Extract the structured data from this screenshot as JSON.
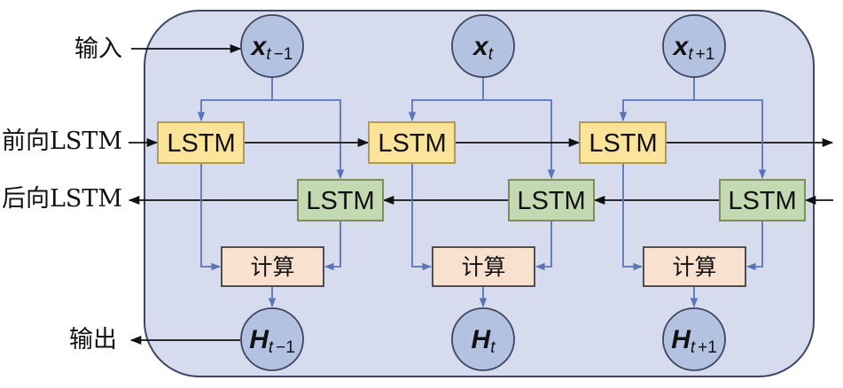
{
  "labels": {
    "input": "输入",
    "forward": "前向LSTM",
    "backward": "后向LSTM",
    "output": "输出"
  },
  "steps": [
    {
      "input_var": "x",
      "input_sub_t": "t",
      "input_sub_off": "−1",
      "forward_label": "LSTM",
      "backward_label": "LSTM",
      "calc_label": "计算",
      "output_var": "H",
      "output_sub_t": "t",
      "output_sub_off": "−1"
    },
    {
      "input_var": "x",
      "input_sub_t": "t",
      "input_sub_off": "",
      "forward_label": "LSTM",
      "backward_label": "LSTM",
      "calc_label": "计算",
      "output_var": "H",
      "output_sub_t": "t",
      "output_sub_off": ""
    },
    {
      "input_var": "x",
      "input_sub_t": "t",
      "input_sub_off": "+1",
      "forward_label": "LSTM",
      "backward_label": "LSTM",
      "calc_label": "计算",
      "output_var": "H",
      "output_sub_t": "t",
      "output_sub_off": "+1"
    }
  ],
  "colors": {
    "container_fill": "#d6dced",
    "container_stroke": "#3f4460",
    "node_fill": "#b3c2e0",
    "node_stroke": "#3f4460",
    "forward_fill": "#fbe39a",
    "forward_stroke": "#b39a4e",
    "backward_fill": "#c3d9b1",
    "backward_stroke": "#7d8e5c",
    "calc_fill": "#f8e1cf",
    "calc_stroke": "#3f3f3f",
    "link_blue": "#5b74b8",
    "arrow_black": "#111111"
  }
}
